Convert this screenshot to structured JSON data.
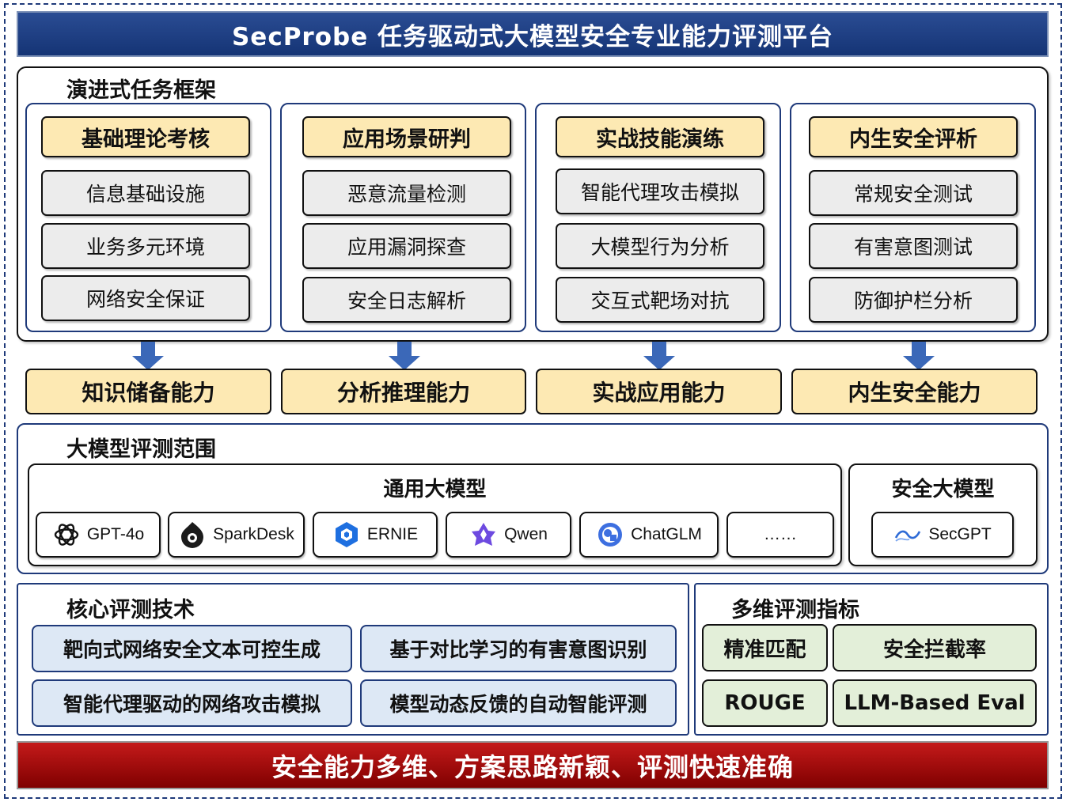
{
  "header": {
    "title": "SecProbe 任务驱动式大模型安全专业能力评测平台"
  },
  "framework": {
    "title": "演进式任务框架",
    "columns": [
      {
        "head": "基础理论考核",
        "items": [
          "信息基础设施",
          "业务多元环境",
          "网络安全保证"
        ]
      },
      {
        "head": "应用场景研判",
        "items": [
          "恶意流量检测",
          "应用漏洞探查",
          "安全日志解析"
        ]
      },
      {
        "head": "实战技能演练",
        "items": [
          "智能代理攻击模拟",
          "大模型行为分析",
          "交互式靶场对抗"
        ]
      },
      {
        "head": "内生安全评析",
        "items": [
          "常规安全测试",
          "有害意图测试",
          "防御护栏分析"
        ]
      }
    ],
    "arrow_color": "#3b68b8"
  },
  "capabilities": [
    "知识储备能力",
    "分析推理能力",
    "实战应用能力",
    "内生安全能力"
  ],
  "scope": {
    "title": "大模型评测范围",
    "general": {
      "title": "通用大模型",
      "models": [
        {
          "label": "GPT-4o",
          "icon": "openai-icon"
        },
        {
          "label": "SparkDesk",
          "icon": "sparkdesk-icon"
        },
        {
          "label": "ERNIE",
          "icon": "ernie-icon"
        },
        {
          "label": "Qwen",
          "icon": "qwen-icon"
        },
        {
          "label": "ChatGLM",
          "icon": "chatglm-icon"
        },
        {
          "label": "……",
          "icon": ""
        }
      ]
    },
    "security": {
      "title": "安全大模型",
      "models": [
        {
          "label": "SecGPT",
          "icon": "secgpt-icon"
        }
      ]
    }
  },
  "core_tech": {
    "title": "核心评测技术",
    "items": [
      "靶向式网络安全文本可控生成",
      "基于对比学习的有害意图识别",
      "智能代理驱动的网络攻击模拟",
      "模型动态反馈的自动智能评测"
    ]
  },
  "metrics": {
    "title": "多维评测指标",
    "items": [
      "精准匹配",
      "安全拦截率",
      "ROUGE",
      "LLM-Based Eval"
    ]
  },
  "footer": {
    "text": "安全能力多维、方案思路新颖、评测快速准确"
  },
  "colors": {
    "banner_blue": "#1f3f85",
    "highlight_yellow": "#fde9b3",
    "tech_blue": "#dde8f5",
    "metric_green": "#e3efd9",
    "footer_red": "#a80e0e"
  }
}
